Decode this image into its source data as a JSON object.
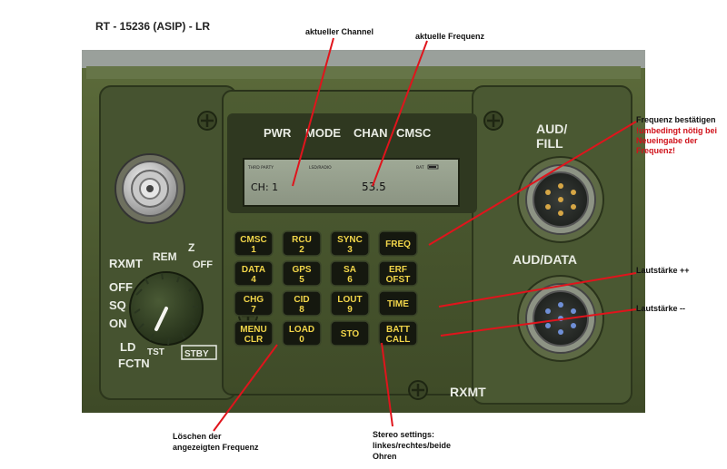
{
  "title": "RT - 15236 (ASIP) - LR",
  "annotations": {
    "channel": "aktueller Channel",
    "frequency": "aktuelle Frequenz",
    "freq_confirm": "Frequenz bestätigen",
    "freq_warning": [
      "!umbedingt nötig bei",
      "Neueingabe der",
      "Frequenz!"
    ],
    "volume_up": "Lautstärke ++",
    "volume_down": "Lautstärke --",
    "clear": [
      "Löschen der",
      "angezeigten Frequenz"
    ],
    "stereo": [
      "Stereo settings:",
      "linkes/rechtes/beide",
      "Ohren"
    ]
  },
  "display": {
    "headers": [
      "PWR",
      "MODE",
      "CHAN",
      "CMSC"
    ],
    "top_left": "THRD PARTY",
    "top_mid": "LSD/RADIO",
    "top_right": "BAT",
    "channel": "CH: 1",
    "frequency": "53.5"
  },
  "keypad": [
    {
      "top": "CMSC",
      "bottom": "1"
    },
    {
      "top": "RCU",
      "bottom": "2"
    },
    {
      "top": "SYNC",
      "bottom": "3"
    },
    {
      "top": "FREQ",
      "bottom": ""
    },
    {
      "top": "DATA",
      "bottom": "4"
    },
    {
      "top": "GPS",
      "bottom": "5"
    },
    {
      "top": "SA",
      "bottom": "6"
    },
    {
      "top": "ERF",
      "bottom": "OFST"
    },
    {
      "top": "CHG",
      "bottom": "7"
    },
    {
      "top": "CID",
      "bottom": "8"
    },
    {
      "top": "LOUT",
      "bottom": "9"
    },
    {
      "top": "TIME",
      "bottom": ""
    },
    {
      "top": "MENU",
      "bottom": "CLR"
    },
    {
      "top": "LOAD",
      "bottom": "0"
    },
    {
      "top": "STO",
      "bottom": ""
    },
    {
      "top": "BATT",
      "bottom": "CALL"
    }
  ],
  "panel": {
    "aud_fill": [
      "AUD/",
      "FILL"
    ],
    "aud_data": "AUD/DATA",
    "rxmt_bottom": "RXMT",
    "knob_labels": [
      "RXMT",
      "REM",
      "Z",
      "OFF",
      "OFF",
      "SQ",
      "ON",
      "LD",
      "TST",
      "FCTN",
      "STBY"
    ]
  }
}
